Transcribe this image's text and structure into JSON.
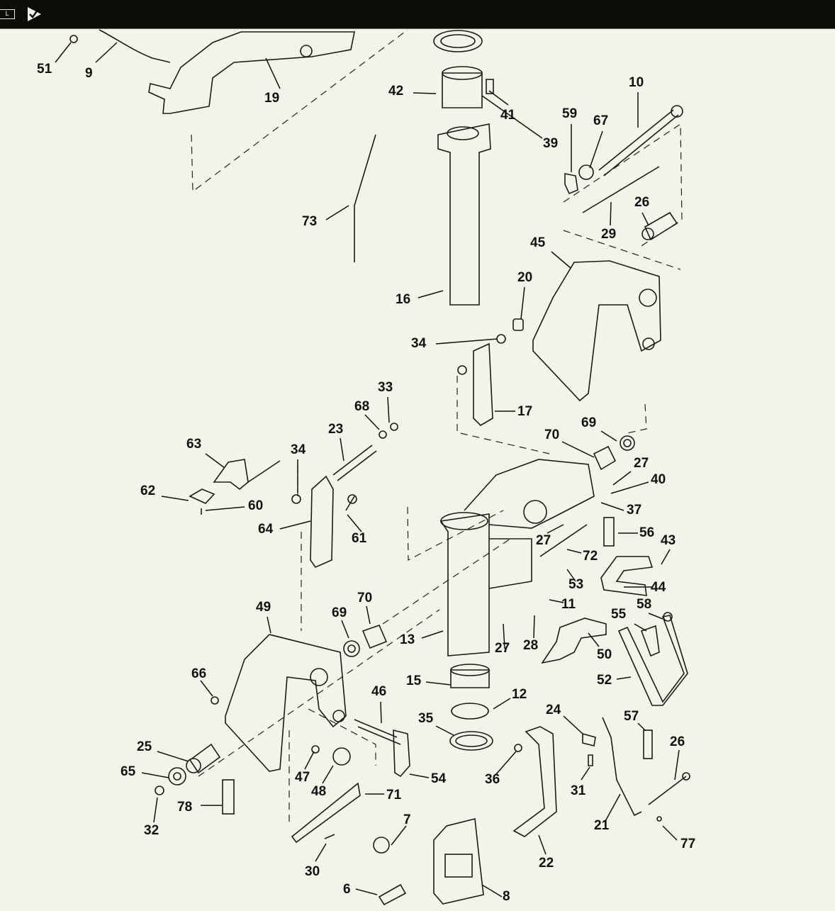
{
  "window": {
    "toolbar_icons": [
      "keyboard-icon",
      "play-check-icon"
    ],
    "keyboard_badge": "L",
    "colors": {
      "toolbar": "#0e0c07",
      "page": "#f4f3ea",
      "ink": "#111111"
    }
  },
  "diagram": {
    "title": "Exploded parts diagram — outboard swivel/stern bracket assembly",
    "callouts": [
      "51",
      "9",
      "19",
      "42",
      "41",
      "39",
      "10",
      "59",
      "67",
      "26",
      "29",
      "73",
      "45",
      "20",
      "16",
      "34",
      "17",
      "33",
      "68",
      "23",
      "63",
      "34",
      "62",
      "60",
      "64",
      "61",
      "69",
      "70",
      "27",
      "40",
      "37",
      "56",
      "43",
      "27",
      "72",
      "53",
      "44",
      "11",
      "58",
      "55",
      "49",
      "69",
      "70",
      "13",
      "27",
      "28",
      "50",
      "52",
      "15",
      "12",
      "66",
      "46",
      "35",
      "24",
      "57",
      "26",
      "25",
      "65",
      "47",
      "48",
      "54",
      "36",
      "31",
      "32",
      "78",
      "71",
      "21",
      "77",
      "7",
      "22",
      "30",
      "6",
      "8"
    ]
  }
}
